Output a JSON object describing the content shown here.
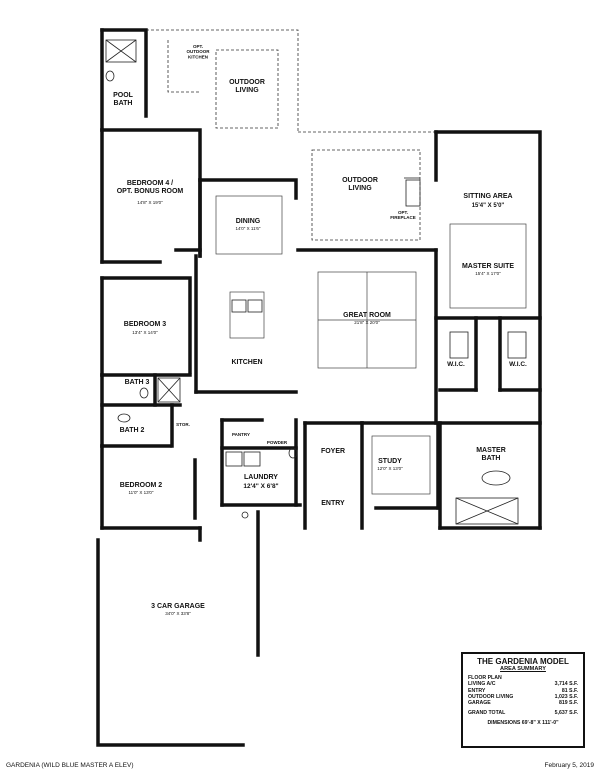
{
  "rooms": {
    "pool_bath": "POOL\nBATH",
    "outdoor_kitchen": "OPT.\nOUTDOOR\nKITCHEN",
    "outdoor_living_top": "OUTDOOR\nLIVING",
    "bedroom4": "BEDROOM 4 /\nOPT. BONUS ROOM",
    "bedroom4_dim": "14'8\" X 19'0\"",
    "outdoor_living_center": "OUTDOOR\nLIVING",
    "fireplace": "OPT.\nFIREPLACE",
    "sitting_area": "SITTING AREA",
    "sitting_area_dim": "15'4\" X 5'0\"",
    "dining": "DINING",
    "dining_dim": "14'0\" X 11'6\"",
    "master_suite": "MASTER SUITE",
    "master_suite_dim": "15'4\" X 17'0\"",
    "bedroom3": "BEDROOM 3",
    "bedroom3_dim": "13'4\" X 14'0\"",
    "great_room": "GREAT ROOM",
    "great_room_dim": "21'8\" X 20'0\"",
    "kitchen": "KITCHEN",
    "wic_left": "W.I.C.",
    "wic_right": "W.I.C.",
    "bath3": "BATH 3",
    "bath2": "BATH 2",
    "stor": "STOR.",
    "pantry": "PANTRY",
    "powder": "POWDER",
    "foyer": "FOYER",
    "study": "STUDY",
    "study_dim": "12'0\" X 13'0\"",
    "master_bath": "MASTER\nBATH",
    "laundry": "LAUNDRY",
    "laundry_dim": "12'4\" X 6'8\"",
    "bedroom2": "BEDROOM 2",
    "bedroom2_dim": "11'0\" X 13'0\"",
    "entry": "ENTRY",
    "garage": "3 CAR GARAGE",
    "garage_dim": "34'0\" X 33'8\""
  },
  "summary": {
    "title": "THE GARDENIA MODEL",
    "subtitle": "AREA SUMMARY",
    "section": "FLOOR PLAN",
    "rows": [
      {
        "label": "LIVING A/C",
        "value": "3,714 S.F."
      },
      {
        "label": "ENTRY",
        "value": "81 S.F."
      },
      {
        "label": "OUTDOOR LIVING",
        "value": "1,023 S.F."
      },
      {
        "label": "GARAGE",
        "value": "819 S.F."
      }
    ],
    "total_label": "GRAND TOTAL",
    "total_value": "5,637 S.F.",
    "dimensions": "DIMENSIONS 69'-8\" X 111'-0\""
  },
  "footer": {
    "left": "GARDENIA (WILD BLUE MASTER A ELEV)",
    "right": "February 5, 2019"
  }
}
